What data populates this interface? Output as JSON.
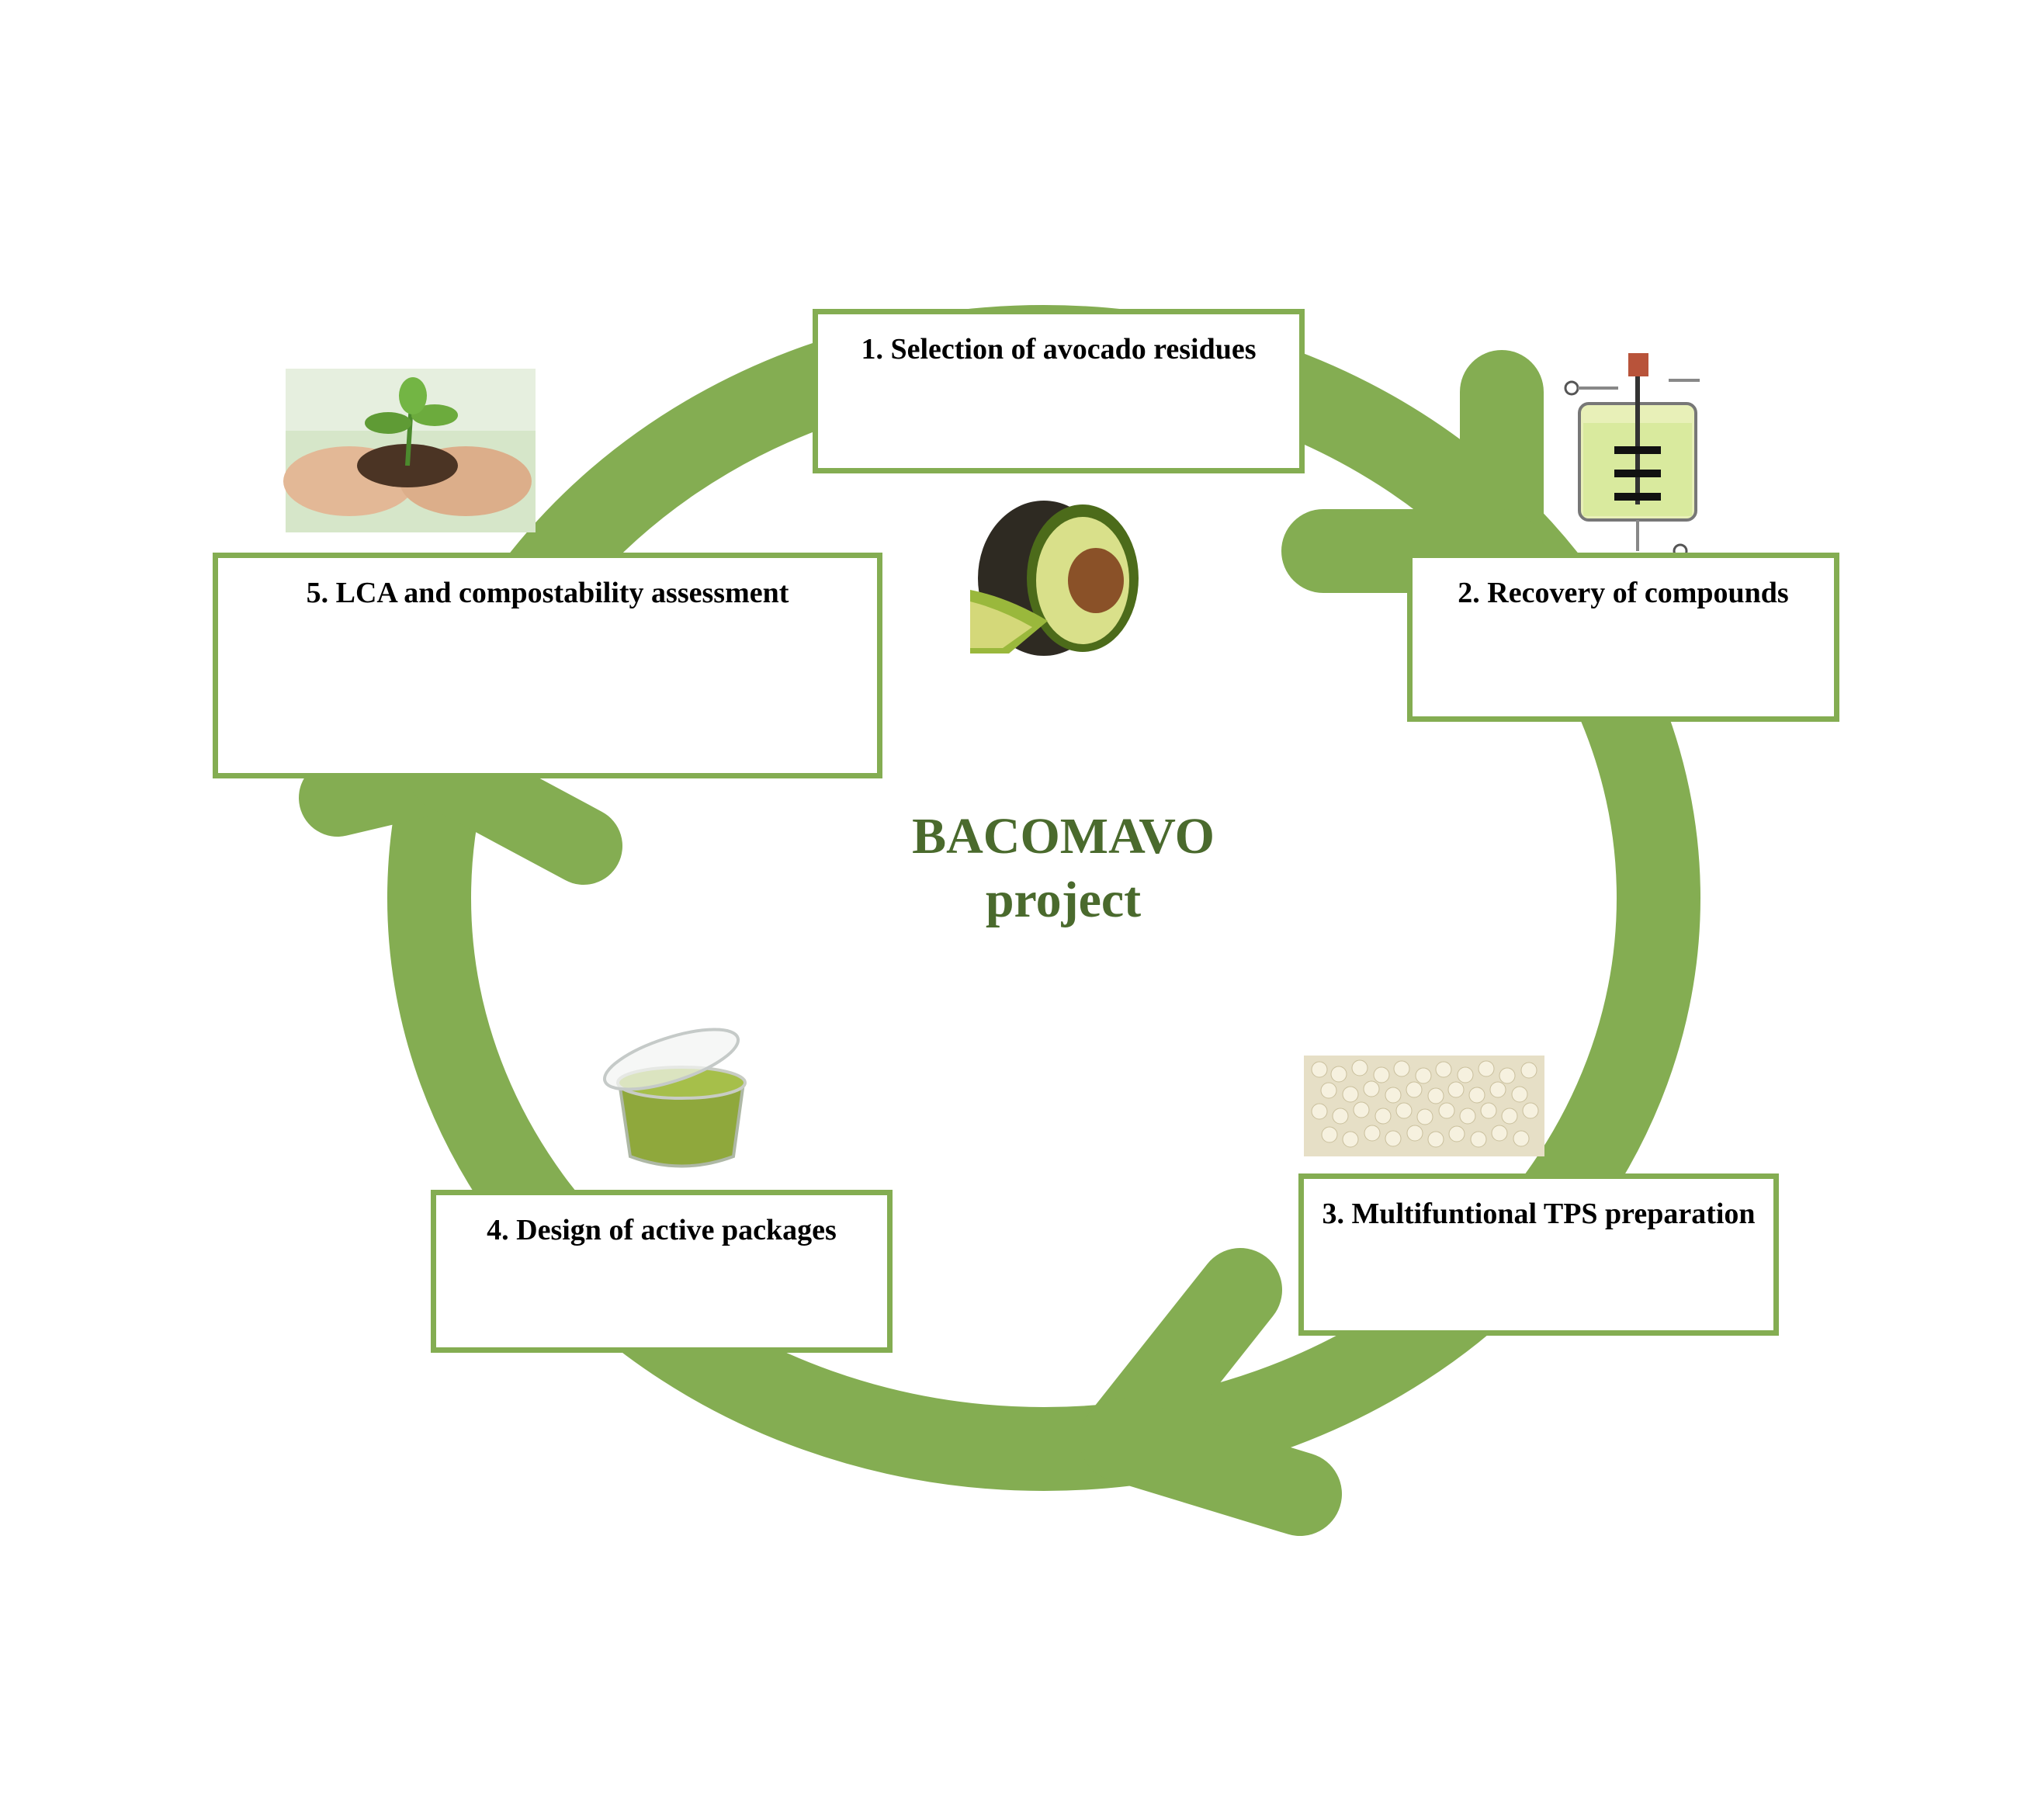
{
  "title": {
    "line1": "BACOMAVO",
    "line2": "project"
  },
  "steps": [
    {
      "label": "1. Selection of avocado residues"
    },
    {
      "label": "2. Recovery of compounds"
    },
    {
      "label": "3. Multifuntional TPS preparation"
    },
    {
      "label": "4. Design of active packages"
    },
    {
      "label": "5. LCA and compostability assessment"
    }
  ],
  "images": [
    {
      "step": 1,
      "icon": "avocado-halves-image"
    },
    {
      "step": 2,
      "icon": "bioreactor-diagram-image"
    },
    {
      "step": 3,
      "icon": "starch-pellets-image"
    },
    {
      "step": 4,
      "icon": "guacamole-container-image"
    },
    {
      "step": 5,
      "icon": "hands-seedling-image"
    }
  ],
  "colors": {
    "cycle_green": "#84ad52",
    "title_green": "#4a6a2d",
    "box_border": "#84ad52"
  }
}
